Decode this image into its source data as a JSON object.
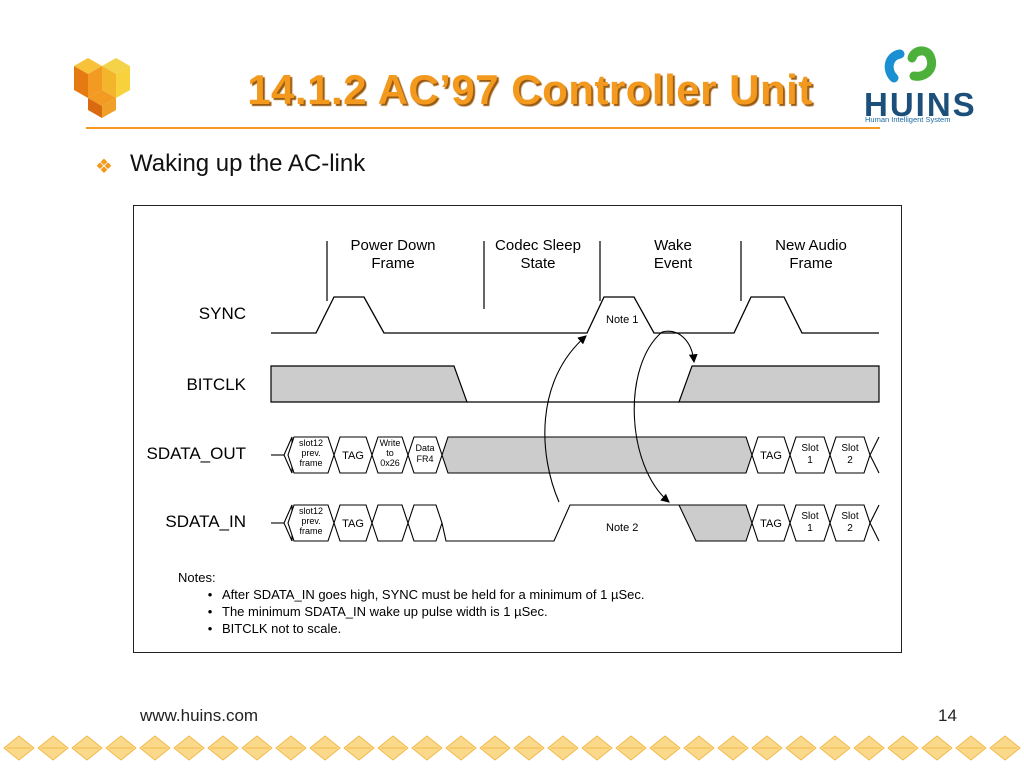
{
  "title": "14.1.2 AC’97 Controller Unit",
  "bullet": "Waking up the AC-link",
  "brand": {
    "name": "HUINS",
    "tagline": "Human Intelligent System"
  },
  "footer": {
    "url": "www.huins.com",
    "page": "14"
  },
  "diagram": {
    "phases": [
      {
        "line1": "Power Down",
        "line2": "Frame"
      },
      {
        "line1": "Codec Sleep",
        "line2": "State"
      },
      {
        "line1": "Wake",
        "line2": "Event"
      },
      {
        "line1": "New Audio",
        "line2": "Frame"
      }
    ],
    "signals": [
      "SYNC",
      "BITCLK",
      "SDATA_OUT",
      "SDATA_IN"
    ],
    "note1": "Note 1",
    "note2": "Note 2",
    "slots": {
      "slot12_a": "slot12",
      "slot12_b": "prev.",
      "slot12_c": "frame",
      "tag": "TAG",
      "write_a": "Write",
      "write_b": "to",
      "write_c": "0x26",
      "data_a": "Data",
      "data_b": "FR4",
      "slot1_a": "Slot",
      "slot1_b": "1",
      "slot2_a": "Slot",
      "slot2_b": "2"
    },
    "notes_heading": "Notes:",
    "notes": [
      "After SDATA_IN goes high, SYNC must be held for a minimum of 1 µSec.",
      "The minimum SDATA_IN wake up pulse width is 1 µSec.",
      "BITCLK not to scale."
    ]
  }
}
